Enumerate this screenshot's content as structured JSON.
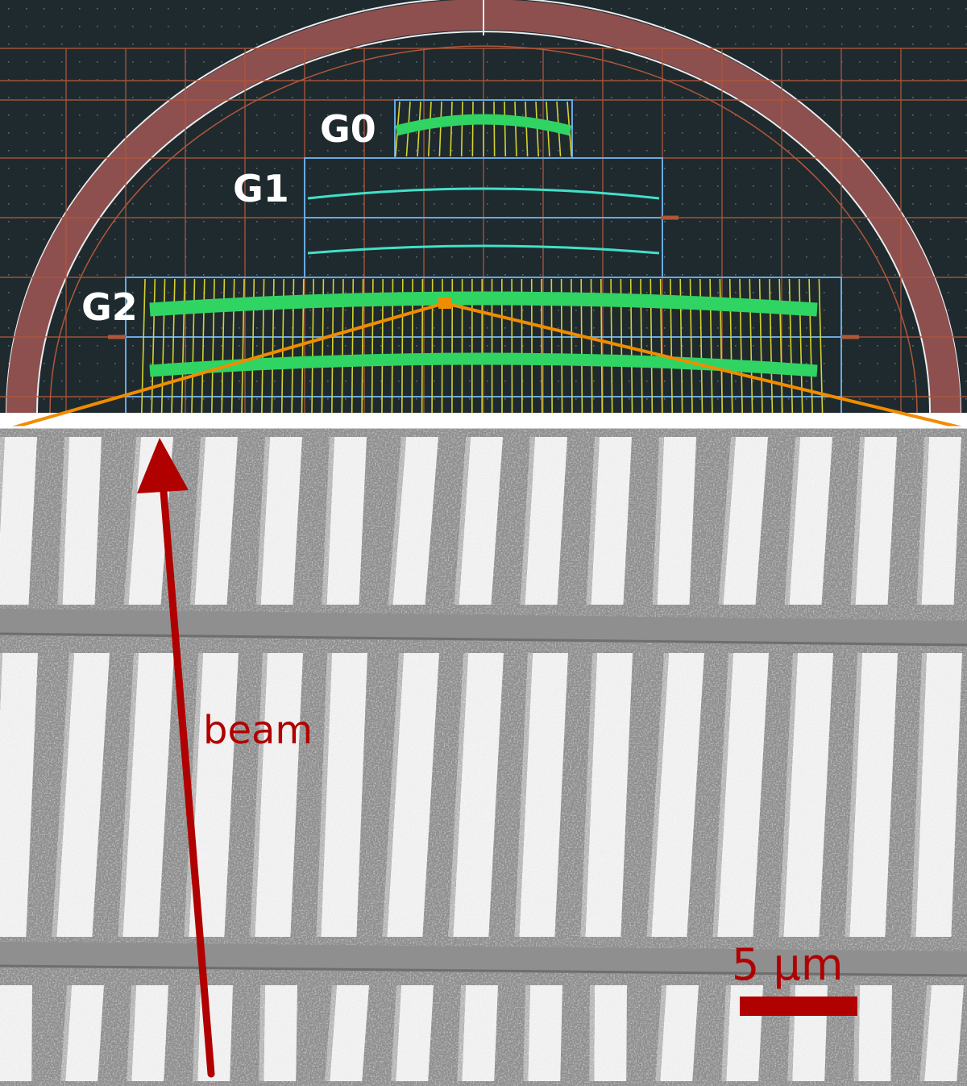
{
  "layout_view": {
    "grating_labels": [
      "G0",
      "G1",
      "G2"
    ],
    "colors": {
      "background": "#1f2a2e",
      "wafer_ring": "#8e4f4f",
      "grid_lines": "#b0573a",
      "grating_fill": "#2fd463",
      "grating_outline": "#5b9fe0",
      "fine_lines": "#d4d42c",
      "zoom_lines": "#f08c00"
    }
  },
  "sem_view": {
    "beam_label": "beam",
    "scale_bar_label": "5 µm",
    "colors": {
      "annotation": "#b00000",
      "trench": "#8d8d8d",
      "ridge": "#efefef"
    }
  }
}
